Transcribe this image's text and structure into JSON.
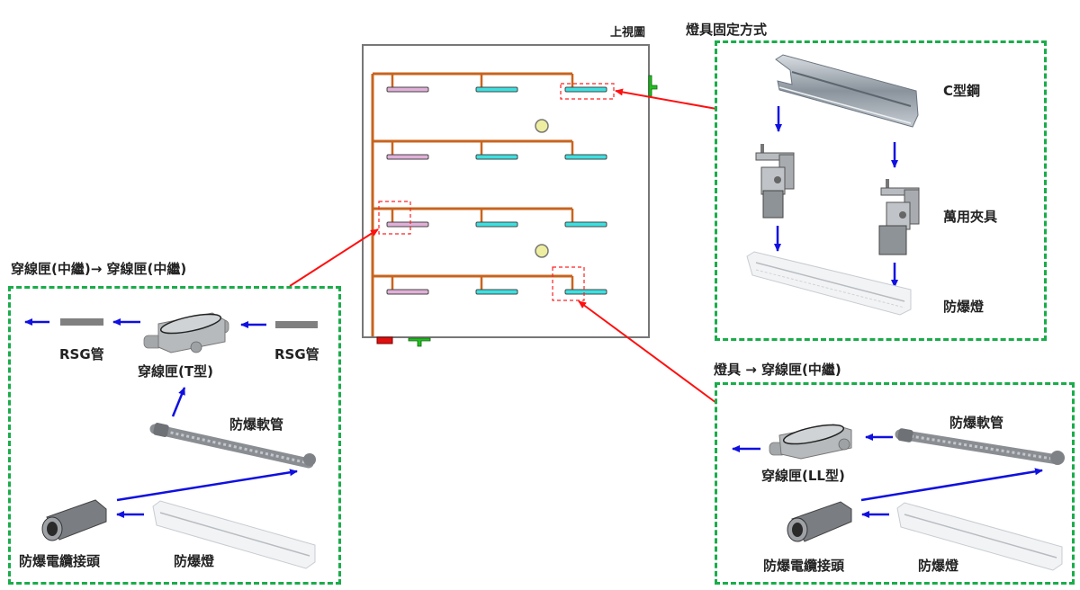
{
  "plan_view": {
    "title": "上視圖",
    "colors": {
      "conduit": "#c8641e",
      "lamp_left": "#e0b0d8",
      "lamp_other": "#3de0e0",
      "junction": "#eeeea0",
      "highlight": "#ff2020",
      "entry_red": "#e01010",
      "entry_green": "#20c020"
    },
    "rows": 4,
    "lamps_per_row": 3
  },
  "fixing_panel": {
    "title": "燈具固定方式",
    "items": {
      "c_steel": "C型鋼",
      "clamp": "萬用夾具",
      "lamp": "防爆燈"
    }
  },
  "relay_panel": {
    "title": "穿線匣(中繼)→ 穿線匣(中繼)",
    "items": {
      "rsg_left": "RSG管",
      "rsg_right": "RSG管",
      "t_box": "穿線匣(T型)",
      "flex_hose": "防爆軟管",
      "cable_gland": "防爆電纜接頭",
      "lamp": "防爆燈"
    }
  },
  "lamp_panel": {
    "title": "燈具 → 穿線匣(中繼)",
    "items": {
      "ll_box": "穿線匣(LL型)",
      "flex_hose": "防爆軟管",
      "cable_gland": "防爆電纜接頭",
      "lamp": "防爆燈"
    }
  },
  "colors": {
    "panel_border": "#1aac4a",
    "flow_arrow": "#1010e0",
    "callout_arrow": "#ff1010"
  }
}
